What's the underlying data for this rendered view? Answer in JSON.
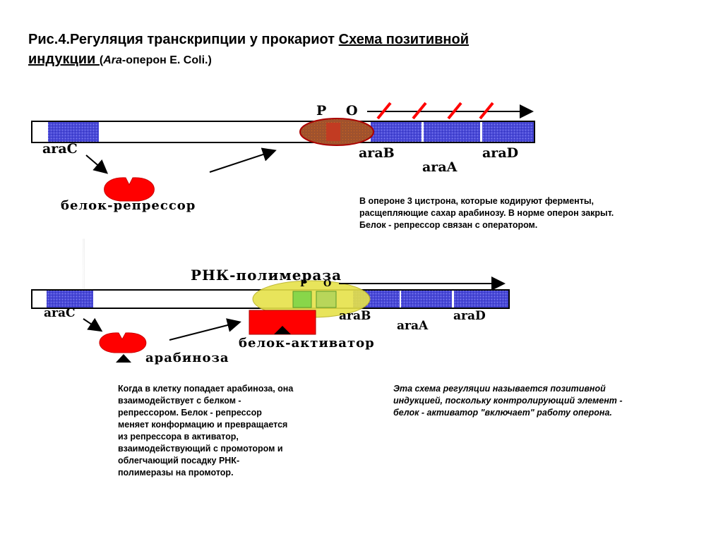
{
  "title": {
    "line1_prefix": "Рис.4.Регуляция транскрипции у прокариот ",
    "line1_underlined": "Схема позитивной",
    "line2_underlined": "индукции ",
    "line2_paren_open": "(",
    "line2_italic": "Ara",
    "line2_rest": "-оперон E. Coli.)"
  },
  "diagram1": {
    "promoter_label": "P",
    "operator_label": "O",
    "gene_regulator": "araC",
    "gene_b": "araB",
    "gene_a": "araA",
    "gene_d": "araD",
    "repressor_label": "белок-репрессор"
  },
  "diagram2": {
    "polymerase_label": "РНК-полимераза",
    "promoter_label": "P",
    "operator_label": "O",
    "gene_regulator": "araC",
    "gene_b": "araB",
    "gene_a": "araA",
    "gene_d": "araD",
    "activator_label": "белок-активатор",
    "inducer_label": "арабиноза"
  },
  "notes": {
    "operon_description": "В опероне 3 цистрона, которые кодируют ферменты, расщепляющие сахар арабинозу. В норме оперон закрыт. Белок - репрессор связан с оператором.",
    "arabinose_description": "Когда в клетку попадает арабиноза, она взаимодействует с белком - репрессором. Белок - репрессор меняет конформацию и превращается из репрессора в активатор, взаимодействующий с промотором и облегчающий посадку РНК-полимеразы на промотор.",
    "positive_regulation": "Эта схема регуляции называется позитивной индукцией, поскольку контролирующий элемент - белок - активатор \"включает\" работу оперона."
  },
  "colors": {
    "gene_block": "#4a4ad8",
    "protein_red": "#ff0000",
    "polymerase_yellow": "#e6e24a",
    "promoter_green": "#88d64a",
    "promoter_brown": "#a0522d",
    "blocked_red": "#ff0000"
  },
  "icons": [
    "page-curl-icon",
    "arrow-right-icon",
    "arrow-down-icon"
  ]
}
